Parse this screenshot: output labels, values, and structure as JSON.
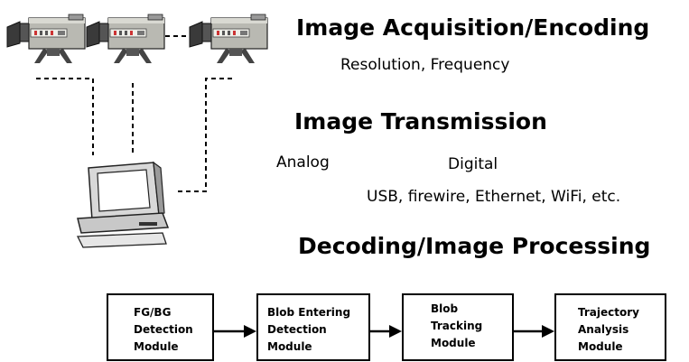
{
  "headings": {
    "acquisition": "Image Acquisition/Encoding",
    "acquisition_detail": "Resolution, Frequency",
    "transmission": "Image Transmission",
    "analog": "Analog",
    "digital": "Digital",
    "digital_detail": "USB, firewire, Ethernet, WiFi, etc.",
    "processing": "Decoding/Image Processing"
  },
  "pipeline": [
    {
      "lines": "FG/BG\nDetection\nModule"
    },
    {
      "lines": "Blob Entering\nDetection\nModule"
    },
    {
      "lines": "Blob\nTracking\nModule"
    },
    {
      "lines": "Trajectory\nAnalysis\nModule"
    }
  ],
  "icons": [
    "camera-icon",
    "camera-icon",
    "camera-icon",
    "computer-icon"
  ]
}
